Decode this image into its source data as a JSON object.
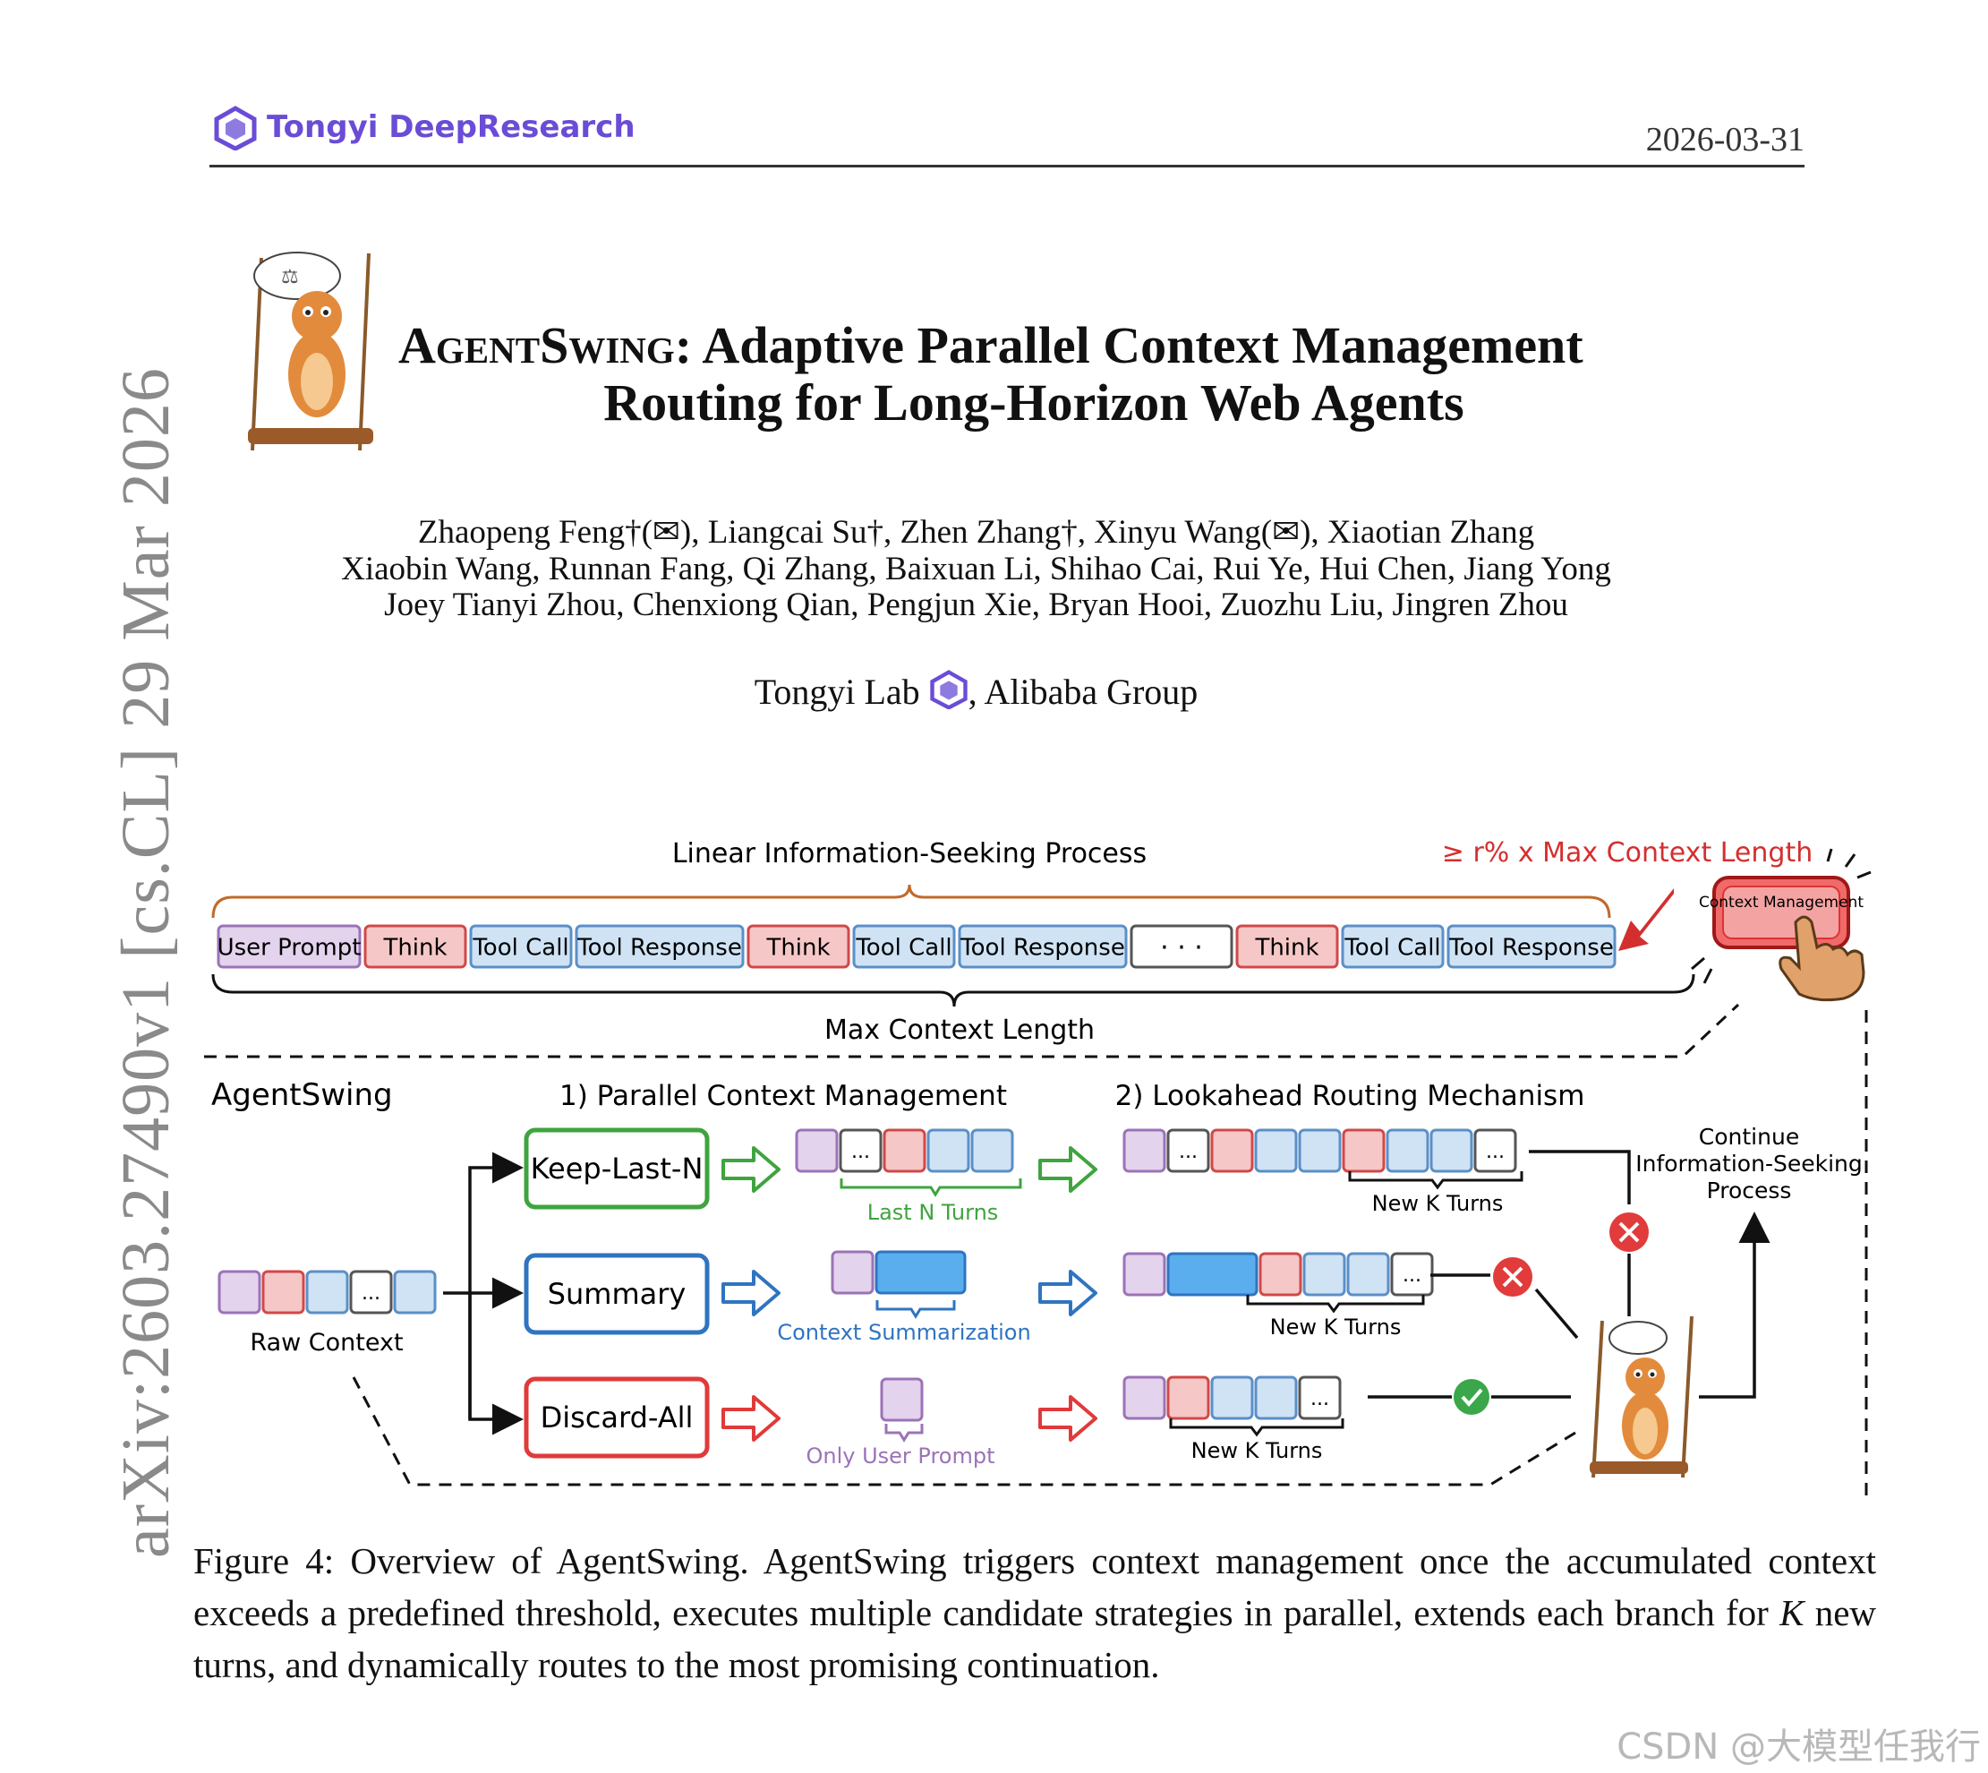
{
  "header": {
    "brand": "Tongyi DeepResearch",
    "date": "2026-03-31"
  },
  "side_label": "arXiv:2603.27490v1  [cs.CL]  29 Mar 2026",
  "title": {
    "line1_prefix": "AgentSwing",
    "line1_rest": ": Adaptive Parallel Context Management",
    "line2": "Routing for Long-Horizon Web Agents"
  },
  "authors": {
    "line1": "Zhaopeng Feng†(✉), Liangcai Su†, Zhen Zhang†, Xinyu Wang(✉), Xiaotian Zhang",
    "line2": "Xiaobin Wang, Runnan Fang, Qi Zhang, Baixuan Li, Shihao Cai, Rui Ye, Hui Chen, Jiang Yong",
    "line3": "Joey Tianyi Zhou, Chenxiong Qian, Pengjun Xie, Bryan Hooi, Zuozhu Liu, Jingren Zhou"
  },
  "affiliation": {
    "lab": "Tongyi Lab",
    "group": ", Alibaba Group"
  },
  "figure": {
    "top_label": "Linear Information-Seeking Process",
    "threshold_label": "≥ r% x Max Context Length",
    "max_context_label": "Max Context Length",
    "context_button": "Context Management",
    "sequence": [
      {
        "label": "User Prompt",
        "kind": "prompt"
      },
      {
        "label": "Think",
        "kind": "think"
      },
      {
        "label": "Tool Call",
        "kind": "tool"
      },
      {
        "label": "Tool Response",
        "kind": "tool"
      },
      {
        "label": "Think",
        "kind": "think"
      },
      {
        "label": "Tool Call",
        "kind": "tool"
      },
      {
        "label": "Tool Response",
        "kind": "tool"
      },
      {
        "label": "· · ·",
        "kind": "dots"
      },
      {
        "label": "Think",
        "kind": "think"
      },
      {
        "label": "Tool Call",
        "kind": "tool"
      },
      {
        "label": "Tool Response",
        "kind": "tool"
      }
    ],
    "agentswing_label": "AgentSwing",
    "stage1_label": "1) Parallel Context Management",
    "stage2_label": "2) Lookahead Routing Mechanism",
    "raw_context_label": "Raw Context",
    "strategies": [
      {
        "name": "Keep-Last-N",
        "note": "Last N Turns",
        "color": "#3fa43f"
      },
      {
        "name": "Summary",
        "note": "Context Summarization",
        "color": "#2f74c0"
      },
      {
        "name": "Discard-All",
        "note": "Only User Prompt",
        "color": "#e03a3a"
      }
    ],
    "new_k_turns": "New K Turns",
    "continue_label": [
      "Continue",
      "Information-Seeking",
      "Process"
    ],
    "cell_ellipsis": "..."
  },
  "caption": {
    "text_a": "Figure 4: Overview of AgentSwing. AgentSwing triggers context management once the accumulated context exceeds a predefined threshold, executes multiple candidate strategies in parallel, extends each branch for ",
    "k": "K",
    "text_b": " new turns, and dynamically routes to the most promising continuation."
  },
  "watermark": "CSDN @大模型任我行",
  "colors": {
    "prompt_fill": "#e3d3ec",
    "prompt_stroke": "#9b73b8",
    "think_fill": "#f6c7c7",
    "think_stroke": "#d24848",
    "tool_fill": "#cfe3f5",
    "tool_stroke": "#5b8fc7",
    "summary_fill": "#5aaeee",
    "accent_red": "#d42f2f",
    "ok_green": "#3aa74a",
    "brand_purple": "#6a4cd6"
  }
}
